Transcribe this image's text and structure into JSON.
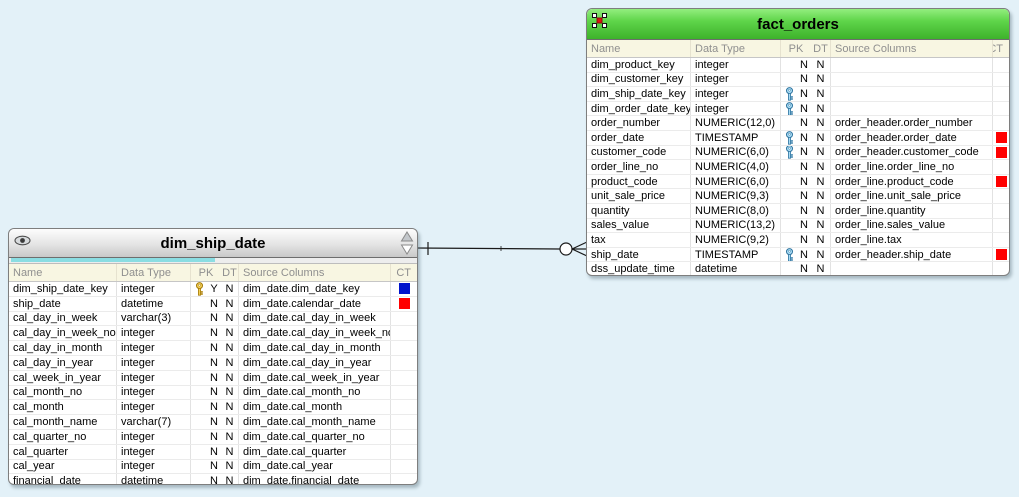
{
  "colors": {
    "background": "#e3f1f8",
    "fact_header_top": "#93ee7f",
    "fact_header_bottom": "#3db22b",
    "dim_header_top": "#fdfdfd",
    "dim_header_bottom": "#c8c8c8",
    "progress_cyan": "#8adde2",
    "ct_red": "#ff0000",
    "ct_blue": "#0013cc",
    "key_blue_fill": "#a8dcf5",
    "key_blue_stroke": "#30749f",
    "key_gold_fill": "#f3cf55",
    "key_gold_stroke": "#a3790a",
    "fact_badge_red": "#e01010"
  },
  "icons": {
    "fact_badge": "star-schema-icon",
    "dim_badge": "eye-icon",
    "primary_key": "key-icon",
    "scroll_up": "triangle-up-icon",
    "scroll_down": "triangle-down-icon"
  },
  "connector": {
    "from_table": "dim_ship_date",
    "to_table": "fact_orders",
    "from_end": "one",
    "to_end": "zero-or-many"
  },
  "tables": [
    {
      "name": "fact_orders",
      "kind": "fact",
      "columns": [
        "Name",
        "Data Type",
        "PK",
        "DT",
        "Source Columns",
        "CT"
      ],
      "rows": [
        {
          "name": "dim_product_key",
          "data_type": "integer",
          "key": null,
          "pk": "N",
          "dt": "N",
          "source": "",
          "ct": null
        },
        {
          "name": "dim_customer_key",
          "data_type": "integer",
          "key": null,
          "pk": "N",
          "dt": "N",
          "source": "",
          "ct": null
        },
        {
          "name": "dim_ship_date_key",
          "data_type": "integer",
          "key": "blue",
          "pk": "N",
          "dt": "N",
          "source": "",
          "ct": null
        },
        {
          "name": "dim_order_date_key",
          "data_type": "integer",
          "key": "blue",
          "pk": "N",
          "dt": "N",
          "source": "",
          "ct": null
        },
        {
          "name": "order_number",
          "data_type": "NUMERIC(12,0)",
          "key": null,
          "pk": "N",
          "dt": "N",
          "source": "order_header.order_number",
          "ct": null
        },
        {
          "name": "order_date",
          "data_type": "TIMESTAMP",
          "key": "blue",
          "pk": "N",
          "dt": "N",
          "source": "order_header.order_date",
          "ct": "red"
        },
        {
          "name": "customer_code",
          "data_type": "NUMERIC(6,0)",
          "key": "blue",
          "pk": "N",
          "dt": "N",
          "source": "order_header.customer_code",
          "ct": "red"
        },
        {
          "name": "order_line_no",
          "data_type": "NUMERIC(4,0)",
          "key": null,
          "pk": "N",
          "dt": "N",
          "source": "order_line.order_line_no",
          "ct": null
        },
        {
          "name": "product_code",
          "data_type": "NUMERIC(6,0)",
          "key": null,
          "pk": "N",
          "dt": "N",
          "source": "order_line.product_code",
          "ct": "red"
        },
        {
          "name": "unit_sale_price",
          "data_type": "NUMERIC(9,3)",
          "key": null,
          "pk": "N",
          "dt": "N",
          "source": "order_line.unit_sale_price",
          "ct": null
        },
        {
          "name": "quantity",
          "data_type": "NUMERIC(8,0)",
          "key": null,
          "pk": "N",
          "dt": "N",
          "source": "order_line.quantity",
          "ct": null
        },
        {
          "name": "sales_value",
          "data_type": "NUMERIC(13,2)",
          "key": null,
          "pk": "N",
          "dt": "N",
          "source": "order_line.sales_value",
          "ct": null
        },
        {
          "name": "tax",
          "data_type": "NUMERIC(9,2)",
          "key": null,
          "pk": "N",
          "dt": "N",
          "source": "order_line.tax",
          "ct": null
        },
        {
          "name": "ship_date",
          "data_type": "TIMESTAMP",
          "key": "blue",
          "pk": "N",
          "dt": "N",
          "source": "order_header.ship_date",
          "ct": "red"
        },
        {
          "name": "dss_update_time",
          "data_type": "datetime",
          "key": null,
          "pk": "N",
          "dt": "N",
          "source": "",
          "ct": null
        }
      ]
    },
    {
      "name": "dim_ship_date",
      "kind": "dimension",
      "columns": [
        "Name",
        "Data Type",
        "PK",
        "DT",
        "Source Columns",
        "CT"
      ],
      "rows": [
        {
          "name": "dim_ship_date_key",
          "data_type": "integer",
          "key": "gold",
          "pk": "Y",
          "dt": "N",
          "source": "dim_date.dim_date_key",
          "ct": "blue"
        },
        {
          "name": "ship_date",
          "data_type": "datetime",
          "key": null,
          "pk": "N",
          "dt": "N",
          "source": "dim_date.calendar_date",
          "ct": "red"
        },
        {
          "name": "cal_day_in_week",
          "data_type": "varchar(3)",
          "key": null,
          "pk": "N",
          "dt": "N",
          "source": "dim_date.cal_day_in_week",
          "ct": null
        },
        {
          "name": "cal_day_in_week_no",
          "data_type": "integer",
          "key": null,
          "pk": "N",
          "dt": "N",
          "source": "dim_date.cal_day_in_week_no",
          "ct": null
        },
        {
          "name": "cal_day_in_month",
          "data_type": "integer",
          "key": null,
          "pk": "N",
          "dt": "N",
          "source": "dim_date.cal_day_in_month",
          "ct": null
        },
        {
          "name": "cal_day_in_year",
          "data_type": "integer",
          "key": null,
          "pk": "N",
          "dt": "N",
          "source": "dim_date.cal_day_in_year",
          "ct": null
        },
        {
          "name": "cal_week_in_year",
          "data_type": "integer",
          "key": null,
          "pk": "N",
          "dt": "N",
          "source": "dim_date.cal_week_in_year",
          "ct": null
        },
        {
          "name": "cal_month_no",
          "data_type": "integer",
          "key": null,
          "pk": "N",
          "dt": "N",
          "source": "dim_date.cal_month_no",
          "ct": null
        },
        {
          "name": "cal_month",
          "data_type": "integer",
          "key": null,
          "pk": "N",
          "dt": "N",
          "source": "dim_date.cal_month",
          "ct": null
        },
        {
          "name": "cal_month_name",
          "data_type": "varchar(7)",
          "key": null,
          "pk": "N",
          "dt": "N",
          "source": "dim_date.cal_month_name",
          "ct": null
        },
        {
          "name": "cal_quarter_no",
          "data_type": "integer",
          "key": null,
          "pk": "N",
          "dt": "N",
          "source": "dim_date.cal_quarter_no",
          "ct": null
        },
        {
          "name": "cal_quarter",
          "data_type": "integer",
          "key": null,
          "pk": "N",
          "dt": "N",
          "source": "dim_date.cal_quarter",
          "ct": null
        },
        {
          "name": "cal_year",
          "data_type": "integer",
          "key": null,
          "pk": "N",
          "dt": "N",
          "source": "dim_date.cal_year",
          "ct": null
        },
        {
          "name": "financial_date",
          "data_type": "datetime",
          "key": null,
          "pk": "N",
          "dt": "N",
          "source": "dim_date.financial_date",
          "ct": null
        }
      ]
    }
  ]
}
